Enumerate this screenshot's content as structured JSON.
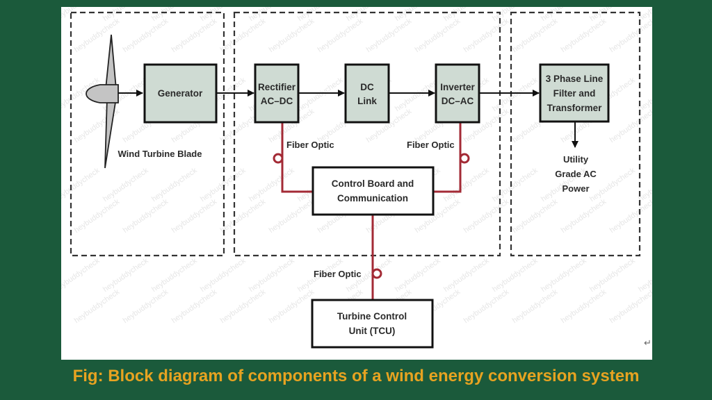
{
  "colors": {
    "background": "#1b5a3b",
    "caption": "#e7a321",
    "block_fill": "#cfdbd3",
    "fiber_line": "#a32a35",
    "panel": "#ffffff"
  },
  "diagram": {
    "groups": [
      {
        "id": "turbine-group",
        "label": "Wind Turbine Blade"
      },
      {
        "id": "converter-group",
        "label": ""
      },
      {
        "id": "grid-group",
        "label": ""
      }
    ],
    "blocks": {
      "generator": [
        "Generator"
      ],
      "rectifier": [
        "Rectifier",
        "AC–DC"
      ],
      "dc_link": [
        "DC",
        "Link"
      ],
      "inverter": [
        "Inverter",
        "DC–AC"
      ],
      "filter": [
        "3 Phase Line",
        "Filter and",
        "Transformer"
      ],
      "control_board": [
        "Control Board and",
        "Communication"
      ],
      "tcu": [
        "Turbine Control",
        "Unit (TCU)"
      ]
    },
    "labels": {
      "turbine": "Wind Turbine Blade",
      "fiber_left": "Fiber Optic",
      "fiber_right": "Fiber Optic",
      "fiber_bottom": "Fiber Optic",
      "output": [
        "Utility",
        "Grade AC",
        "Power"
      ]
    },
    "edges": [
      {
        "from": "turbine",
        "to": "generator",
        "type": "arrow"
      },
      {
        "from": "generator",
        "to": "rectifier",
        "type": "arrow"
      },
      {
        "from": "rectifier",
        "to": "dc_link",
        "type": "arrow"
      },
      {
        "from": "dc_link",
        "to": "inverter",
        "type": "arrow"
      },
      {
        "from": "inverter",
        "to": "filter",
        "type": "arrow"
      },
      {
        "from": "filter",
        "to": "output",
        "type": "arrow"
      },
      {
        "from": "rectifier",
        "to": "control_board",
        "type": "fiber-optic"
      },
      {
        "from": "inverter",
        "to": "control_board",
        "type": "fiber-optic"
      },
      {
        "from": "control_board",
        "to": "tcu",
        "type": "fiber-optic"
      }
    ],
    "watermark": "heybuddycheck",
    "return_glyph": "↵"
  },
  "caption": "Fig: Block diagram of components of a wind energy conversion system"
}
